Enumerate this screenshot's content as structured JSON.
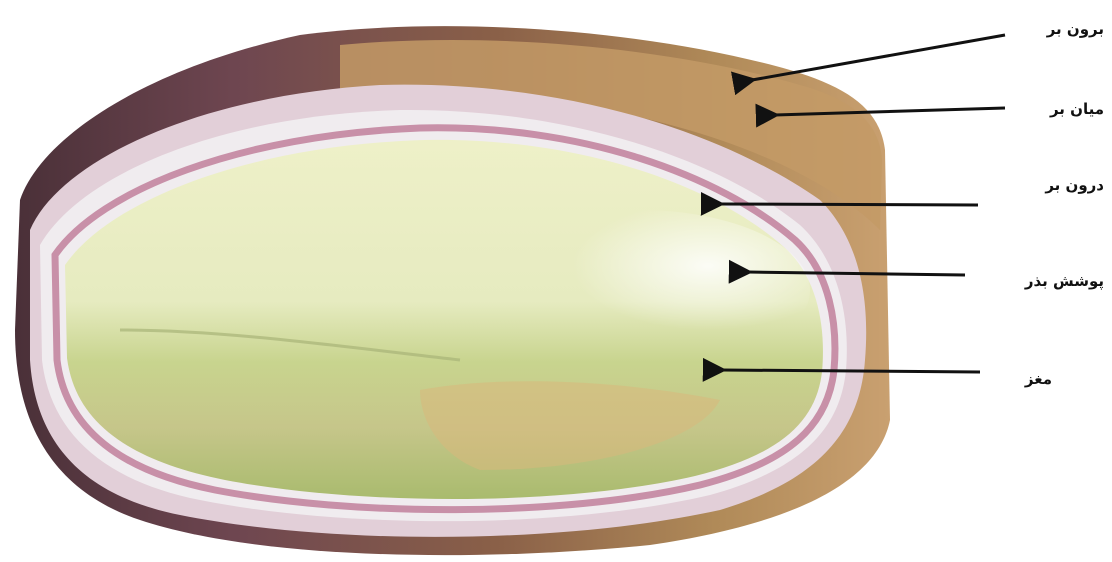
{
  "labels": {
    "exocarp": "برون بر",
    "mesocarp": "میان بر",
    "endocarp": "درون بر",
    "seed_coat": "پوشش بذر",
    "kernel": "مغز"
  },
  "colors": {
    "hull_dark": "#5a3a40",
    "hull_brown": "#9a7048",
    "hull_tan": "#c49a62",
    "mesocarp_pink": "#d8b8c4",
    "shell_white": "#ece8ec",
    "seed_coat_pink": "#c890a8",
    "kernel_light": "#ecefc4",
    "kernel_green": "#b8c87a",
    "kernel_yellow": "#d8b878",
    "arrow": "#111111"
  }
}
